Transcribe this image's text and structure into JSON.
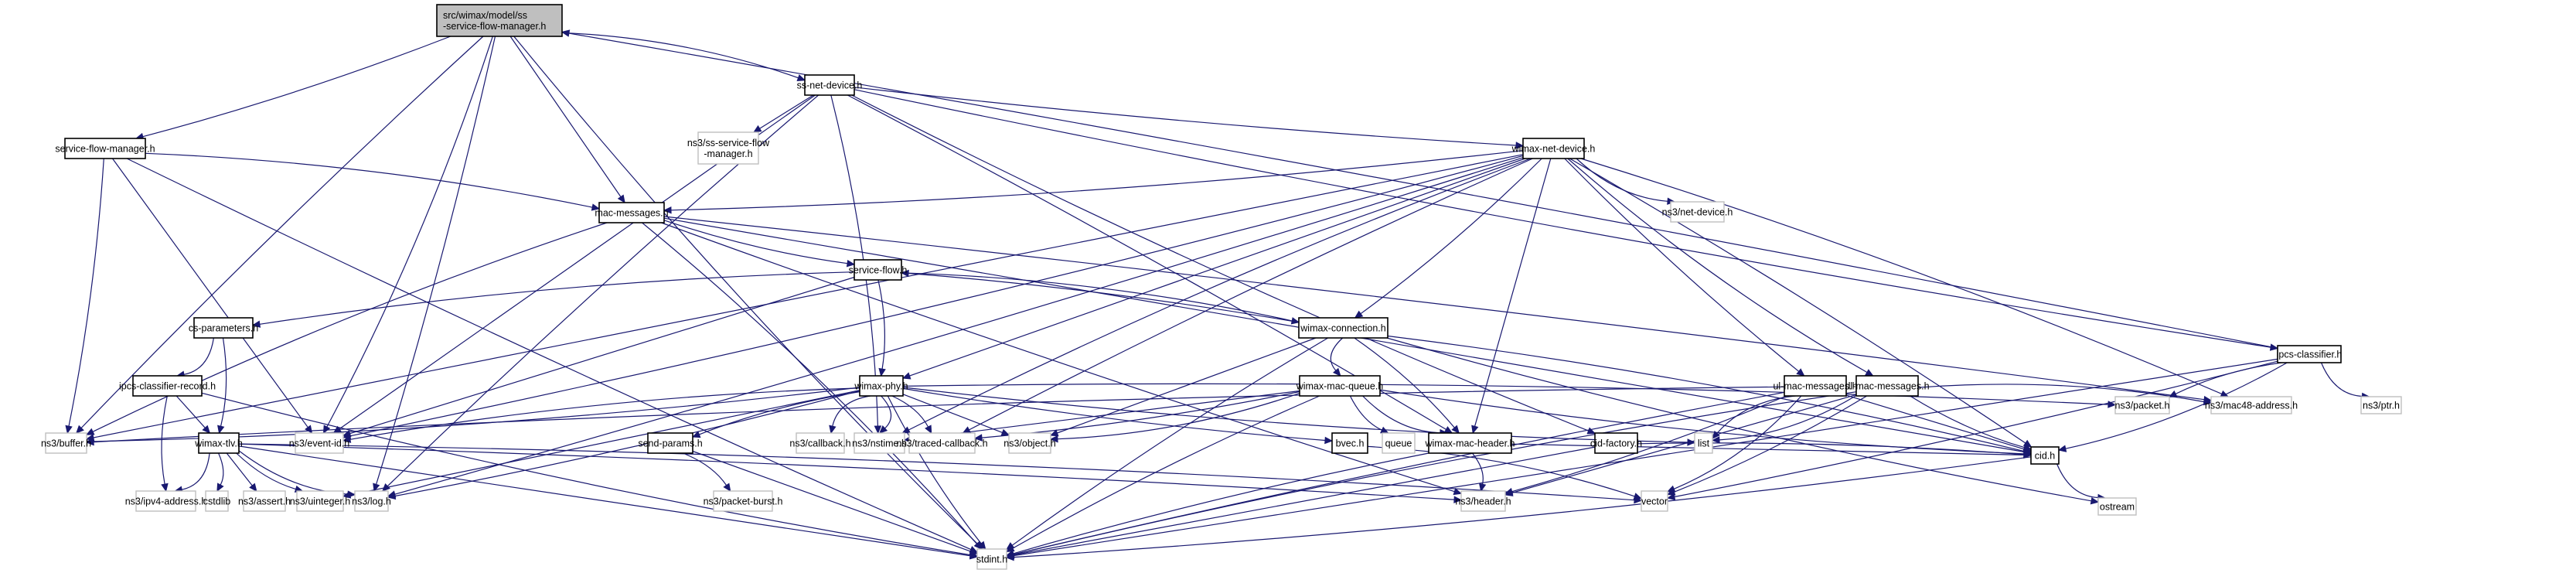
{
  "diagram": {
    "type": "include-dependency-graph",
    "root": "src/wimax/model/ss-service-flow-manager.h",
    "colors": {
      "edge": "#191970",
      "root_fill": "#bfbfbf",
      "internal_border": "#000000",
      "external_border": "#bfbfbf"
    },
    "nodes": [
      {
        "id": "root",
        "label_lines": [
          "src/wimax/model/ss",
          "-service-flow-manager.h"
        ],
        "kind": "root"
      },
      {
        "id": "ss-net-device",
        "label_lines": [
          "ss-net-device.h"
        ],
        "kind": "internal"
      },
      {
        "id": "ns3-ss-sfm",
        "label_lines": [
          "ns3/ss-service-flow",
          "-manager.h"
        ],
        "kind": "external"
      },
      {
        "id": "service-flow-manager",
        "label_lines": [
          "service-flow-manager.h"
        ],
        "kind": "internal"
      },
      {
        "id": "wimax-net-device",
        "label_lines": [
          "wimax-net-device.h"
        ],
        "kind": "internal"
      },
      {
        "id": "ns3-net-device",
        "label_lines": [
          "ns3/net-device.h"
        ],
        "kind": "external"
      },
      {
        "id": "mac-messages",
        "label_lines": [
          "mac-messages.h"
        ],
        "kind": "internal"
      },
      {
        "id": "service-flow",
        "label_lines": [
          "service-flow.h"
        ],
        "kind": "internal"
      },
      {
        "id": "cs-parameters",
        "label_lines": [
          "cs-parameters.h"
        ],
        "kind": "internal"
      },
      {
        "id": "wimax-connection",
        "label_lines": [
          "wimax-connection.h"
        ],
        "kind": "internal"
      },
      {
        "id": "ipcs-classifier-record",
        "label_lines": [
          "ipcs-classifier-record.h"
        ],
        "kind": "internal"
      },
      {
        "id": "wimax-phy",
        "label_lines": [
          "wimax-phy.h"
        ],
        "kind": "internal"
      },
      {
        "id": "wimax-mac-queue",
        "label_lines": [
          "wimax-mac-queue.h"
        ],
        "kind": "internal"
      },
      {
        "id": "ul-mac-messages",
        "label_lines": [
          "ul-mac-messages.h"
        ],
        "kind": "internal"
      },
      {
        "id": "dl-mac-messages",
        "label_lines": [
          "dl-mac-messages.h"
        ],
        "kind": "internal"
      },
      {
        "id": "ipcs-classifier",
        "label_lines": [
          "ipcs-classifier.h"
        ],
        "kind": "internal"
      },
      {
        "id": "ns3-buffer",
        "label_lines": [
          "ns3/buffer.h"
        ],
        "kind": "external"
      },
      {
        "id": "wimax-tlv",
        "label_lines": [
          "wimax-tlv.h"
        ],
        "kind": "internal"
      },
      {
        "id": "ns3-event-id",
        "label_lines": [
          "ns3/event-id.h"
        ],
        "kind": "external"
      },
      {
        "id": "send-params",
        "label_lines": [
          "send-params.h"
        ],
        "kind": "internal"
      },
      {
        "id": "ns3-callback",
        "label_lines": [
          "ns3/callback.h"
        ],
        "kind": "external"
      },
      {
        "id": "ns3-nstime",
        "label_lines": [
          "ns3/nstime.h"
        ],
        "kind": "external"
      },
      {
        "id": "ns3-traced-callback",
        "label_lines": [
          "ns3/traced-callback.h"
        ],
        "kind": "external"
      },
      {
        "id": "ns3-object",
        "label_lines": [
          "ns3/object.h"
        ],
        "kind": "external"
      },
      {
        "id": "bvec",
        "label_lines": [
          "bvec.h"
        ],
        "kind": "internal"
      },
      {
        "id": "queue",
        "label_lines": [
          "queue"
        ],
        "kind": "external"
      },
      {
        "id": "wimax-mac-header",
        "label_lines": [
          "wimax-mac-header.h"
        ],
        "kind": "internal"
      },
      {
        "id": "cid-factory",
        "label_lines": [
          "cid-factory.h"
        ],
        "kind": "internal"
      },
      {
        "id": "list",
        "label_lines": [
          "list"
        ],
        "kind": "external"
      },
      {
        "id": "ns3-packet",
        "label_lines": [
          "ns3/packet.h"
        ],
        "kind": "external"
      },
      {
        "id": "ns3-mac48-address",
        "label_lines": [
          "ns3/mac48-address.h"
        ],
        "kind": "external"
      },
      {
        "id": "ns3-ptr",
        "label_lines": [
          "ns3/ptr.h"
        ],
        "kind": "external"
      },
      {
        "id": "ns3-ipv4-address",
        "label_lines": [
          "ns3/ipv4-address.h"
        ],
        "kind": "external"
      },
      {
        "id": "cstdlib",
        "label_lines": [
          "cstdlib"
        ],
        "kind": "external"
      },
      {
        "id": "ns3-assert",
        "label_lines": [
          "ns3/assert.h"
        ],
        "kind": "external"
      },
      {
        "id": "ns3-uinteger",
        "label_lines": [
          "ns3/uinteger.h"
        ],
        "kind": "external"
      },
      {
        "id": "ns3-log",
        "label_lines": [
          "ns3/log.h"
        ],
        "kind": "external"
      },
      {
        "id": "ns3-packet-burst",
        "label_lines": [
          "ns3/packet-burst.h"
        ],
        "kind": "external"
      },
      {
        "id": "ns3-header",
        "label_lines": [
          "ns3/header.h"
        ],
        "kind": "external"
      },
      {
        "id": "vector",
        "label_lines": [
          "vector"
        ],
        "kind": "external"
      },
      {
        "id": "cid",
        "label_lines": [
          "cid.h"
        ],
        "kind": "internal"
      },
      {
        "id": "stdint",
        "label_lines": [
          "stdint.h"
        ],
        "kind": "external"
      },
      {
        "id": "ostream",
        "label_lines": [
          "ostream"
        ],
        "kind": "external"
      }
    ],
    "edges": [
      [
        "root",
        "ss-net-device"
      ],
      [
        "root",
        "service-flow-manager"
      ],
      [
        "root",
        "mac-messages"
      ],
      [
        "root",
        "ns3-buffer"
      ],
      [
        "root",
        "stdint"
      ],
      [
        "root",
        "ns3-event-id"
      ],
      [
        "root",
        "ns3-log"
      ],
      [
        "ss-net-device",
        "ns3-ss-sfm"
      ],
      [
        "ss-net-device",
        "wimax-net-device"
      ],
      [
        "ss-net-device",
        "ipcs-classifier"
      ],
      [
        "ss-net-device",
        "ns3-nstime"
      ],
      [
        "ss-net-device",
        "wimax-mac-header"
      ],
      [
        "ss-net-device",
        "ns3-event-id"
      ],
      [
        "ss-net-device",
        "ns3-log"
      ],
      [
        "ss-net-device",
        "cid-factory"
      ],
      [
        "service-flow-manager",
        "mac-messages"
      ],
      [
        "service-flow-manager",
        "ns3-buffer"
      ],
      [
        "service-flow-manager",
        "ns3-event-id"
      ],
      [
        "service-flow-manager",
        "stdint"
      ],
      [
        "wimax-net-device",
        "ns3-net-device"
      ],
      [
        "wimax-net-device",
        "mac-messages"
      ],
      [
        "wimax-net-device",
        "wimax-connection"
      ],
      [
        "wimax-net-device",
        "wimax-phy"
      ],
      [
        "wimax-net-device",
        "ul-mac-messages"
      ],
      [
        "wimax-net-device",
        "dl-mac-messages"
      ],
      [
        "wimax-net-device",
        "ns3-mac48-address"
      ],
      [
        "wimax-net-device",
        "cid"
      ],
      [
        "wimax-net-device",
        "wimax-mac-header"
      ],
      [
        "wimax-net-device",
        "ns3-traced-callback"
      ],
      [
        "wimax-net-device",
        "ns3-nstime"
      ],
      [
        "wimax-net-device",
        "ns3-event-id"
      ],
      [
        "wimax-net-device",
        "ns3-log"
      ],
      [
        "wimax-net-device",
        "ns3-buffer"
      ],
      [
        "mac-messages",
        "service-flow"
      ],
      [
        "mac-messages",
        "ns3-buffer"
      ],
      [
        "mac-messages",
        "stdint"
      ],
      [
        "mac-messages",
        "ns3-mac48-address"
      ],
      [
        "mac-messages",
        "cid"
      ],
      [
        "mac-messages",
        "ns3-header"
      ],
      [
        "service-flow",
        "cs-parameters"
      ],
      [
        "service-flow",
        "wimax-connection"
      ],
      [
        "service-flow",
        "wimax-phy"
      ],
      [
        "service-flow",
        "ns3-event-id"
      ],
      [
        "wimax-connection",
        "service-flow"
      ],
      [
        "wimax-connection",
        "wimax-mac-queue"
      ],
      [
        "wimax-connection",
        "cid"
      ],
      [
        "wimax-connection",
        "wimax-mac-header"
      ],
      [
        "wimax-connection",
        "ns3-object"
      ],
      [
        "wimax-connection",
        "stdint"
      ],
      [
        "wimax-connection",
        "ostream"
      ],
      [
        "cs-parameters",
        "ipcs-classifier-record"
      ],
      [
        "cs-parameters",
        "wimax-tlv"
      ],
      [
        "ipcs-classifier-record",
        "wimax-tlv"
      ],
      [
        "ipcs-classifier-record",
        "ns3-ipv4-address"
      ],
      [
        "ipcs-classifier-record",
        "stdint"
      ],
      [
        "wimax-tlv",
        "ns3-ipv4-address"
      ],
      [
        "wimax-tlv",
        "cstdlib"
      ],
      [
        "wimax-tlv",
        "ns3-assert"
      ],
      [
        "wimax-tlv",
        "ns3-uinteger"
      ],
      [
        "wimax-tlv",
        "ns3-log"
      ],
      [
        "wimax-tlv",
        "vector"
      ],
      [
        "wimax-tlv",
        "ns3-header"
      ],
      [
        "wimax-tlv",
        "stdint"
      ],
      [
        "wimax-phy",
        "send-params"
      ],
      [
        "wimax-phy",
        "ns3-callback"
      ],
      [
        "wimax-phy",
        "ns3-nstime"
      ],
      [
        "wimax-phy",
        "ns3-traced-callback"
      ],
      [
        "wimax-phy",
        "ns3-object"
      ],
      [
        "wimax-phy",
        "bvec"
      ],
      [
        "wimax-phy",
        "ns3-event-id"
      ],
      [
        "wimax-phy",
        "ns3-buffer"
      ],
      [
        "wimax-phy",
        "ns3-log"
      ],
      [
        "wimax-phy",
        "ns3-uinteger"
      ],
      [
        "wimax-phy",
        "stdint"
      ],
      [
        "wimax-phy",
        "list"
      ],
      [
        "wimax-phy",
        "ns3-packet"
      ],
      [
        "send-params",
        "ns3-packet-burst"
      ],
      [
        "send-params",
        "stdint"
      ],
      [
        "wimax-mac-queue",
        "queue"
      ],
      [
        "wimax-mac-queue",
        "wimax-mac-header"
      ],
      [
        "wimax-mac-queue",
        "ns3-object"
      ],
      [
        "wimax-mac-queue",
        "ns3-traced-callback"
      ],
      [
        "wimax-mac-queue",
        "ns3-nstime"
      ],
      [
        "wimax-mac-queue",
        "stdint"
      ],
      [
        "wimax-mac-queue",
        "cid"
      ],
      [
        "bvec",
        "vector"
      ],
      [
        "wimax-mac-header",
        "ns3-header"
      ],
      [
        "wimax-mac-header",
        "cid"
      ],
      [
        "wimax-mac-header",
        "stdint"
      ],
      [
        "ul-mac-messages",
        "list"
      ],
      [
        "ul-mac-messages",
        "vector"
      ],
      [
        "ul-mac-messages",
        "ns3-header"
      ],
      [
        "ul-mac-messages",
        "cid"
      ],
      [
        "ul-mac-messages",
        "stdint"
      ],
      [
        "ul-mac-messages",
        "ns3-buffer"
      ],
      [
        "dl-mac-messages",
        "list"
      ],
      [
        "dl-mac-messages",
        "vector"
      ],
      [
        "dl-mac-messages",
        "ns3-header"
      ],
      [
        "dl-mac-messages",
        "cid"
      ],
      [
        "dl-mac-messages",
        "stdint"
      ],
      [
        "dl-mac-messages",
        "ns3-mac48-address"
      ],
      [
        "cid-factory",
        "cid"
      ],
      [
        "cid-factory",
        "stdint"
      ],
      [
        "ipcs-classifier",
        "ns3-packet"
      ],
      [
        "ipcs-classifier",
        "ns3-ptr"
      ],
      [
        "ipcs-classifier",
        "cid"
      ],
      [
        "ipcs-classifier",
        "vector"
      ],
      [
        "ipcs-classifier",
        "stdint"
      ],
      [
        "ipcs-classifier",
        "root"
      ],
      [
        "cid",
        "ostream"
      ],
      [
        "cid",
        "stdint"
      ]
    ]
  }
}
